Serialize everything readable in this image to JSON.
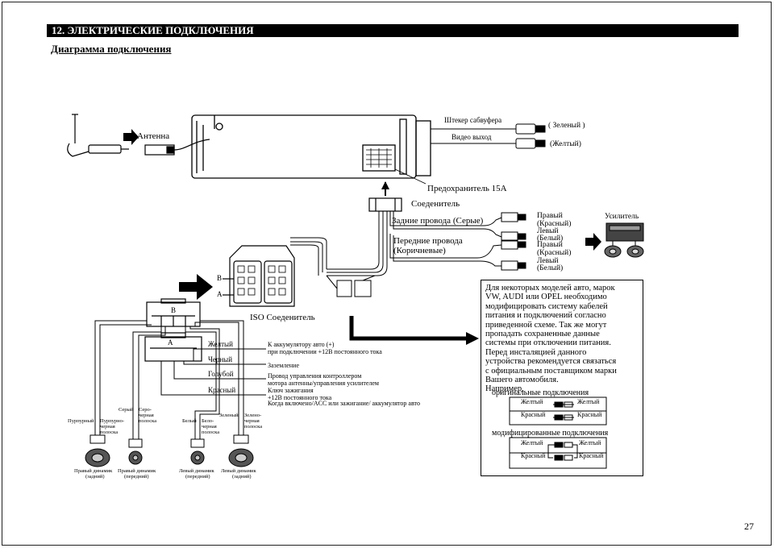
{
  "section_title": "12. ЭЛЕКТРИЧЕСКИЕ ПОДКЛЮЧЕНИЯ",
  "subtitle": "Диаграмма подключения",
  "page_number": "27",
  "head_unit": {
    "antenna": "Антенна",
    "sub_plug": "Штекер сабвуфера",
    "sub_color": "( Зеленый )",
    "video_out": "Видео выход",
    "video_color": "(Желтый)",
    "fuse": "Предохранитель 15А",
    "connector": "Соеденитель",
    "iso_connector": "ISO Соеденитель",
    "label_b": "B",
    "label_a": "A"
  },
  "rca": {
    "rear": "Задние провода (Серые)",
    "front_l1": "Передние провода",
    "front_l2": "(Коричневые)",
    "rear_right_1": "Правый",
    "rear_right_2": "(Красный)",
    "rear_left_1": "Левый",
    "rear_left_2": "(Белый)",
    "front_right_1": "Правый",
    "front_right_2": "(Красный)",
    "front_left_1": "Левый",
    "front_left_2": "(Белый)",
    "amplifier": "Усилитель"
  },
  "wires": [
    {
      "color": "Желтый",
      "line1": "К аккумулятору авто (+)",
      "line2": "при подключении +12В постоянного тока",
      "line3": ""
    },
    {
      "color": "Черный",
      "line1": "Заземление",
      "line2": "",
      "line3": ""
    },
    {
      "color": "Голубой",
      "line1": "Провод управления контроллером",
      "line2": "мотора антенны/управления усилителем",
      "line3": ""
    },
    {
      "color": "Красный",
      "line1": "Ключ зажигания",
      "line2": "+12В постоянного тока",
      "line3": "Когда включено/ACC или зажигание/ аккумулятор авто"
    }
  ],
  "speakers": {
    "wire_labels": [
      {
        "l1": "Пурпурный",
        "l2": "",
        "l3": ""
      },
      {
        "l1": "Пурпурно-",
        "l2": "черная",
        "l3": "полоска"
      },
      {
        "l1": "Серый",
        "l2": "",
        "l3": ""
      },
      {
        "l1": "Серо-",
        "l2": "черная",
        "l3": "полоска"
      },
      {
        "l1": "Белый",
        "l2": "",
        "l3": ""
      },
      {
        "l1": "Бело-",
        "l2": "черная",
        "l3": "полоска"
      },
      {
        "l1": "Зеленый",
        "l2": "",
        "l3": ""
      },
      {
        "l1": "Зелено-",
        "l2": "черная",
        "l3": "полоска"
      }
    ],
    "items": [
      {
        "l1": "Правый динамик",
        "l2": "(задний)"
      },
      {
        "l1": "Правый динамик",
        "l2": "(передний)"
      },
      {
        "l1": "Левый динамик",
        "l2": "(передний)"
      },
      {
        "l1": "Левый динамик",
        "l2": "(задний)"
      }
    ]
  },
  "note": {
    "lines": [
      "Для некоторых моделей авто, марок",
      "VW, AUDI или OPEL необходимо",
      "модифицировать систему кабелей",
      "питания и подключений согласно",
      "приведенной схеме. Так же могут",
      "пропадать сохраненные данные",
      "системы при отключении питания.",
      "Перед инсталяцией данного",
      "устройства рекомендуется связаться",
      "с официальным поставщиком марки",
      "Вашего автомобиля."
    ],
    "example": "Например,",
    "original_title": "оригинальные подключения",
    "modified_title": "модифицированные подключения",
    "yellow": "Желтый",
    "red": "Красный"
  }
}
